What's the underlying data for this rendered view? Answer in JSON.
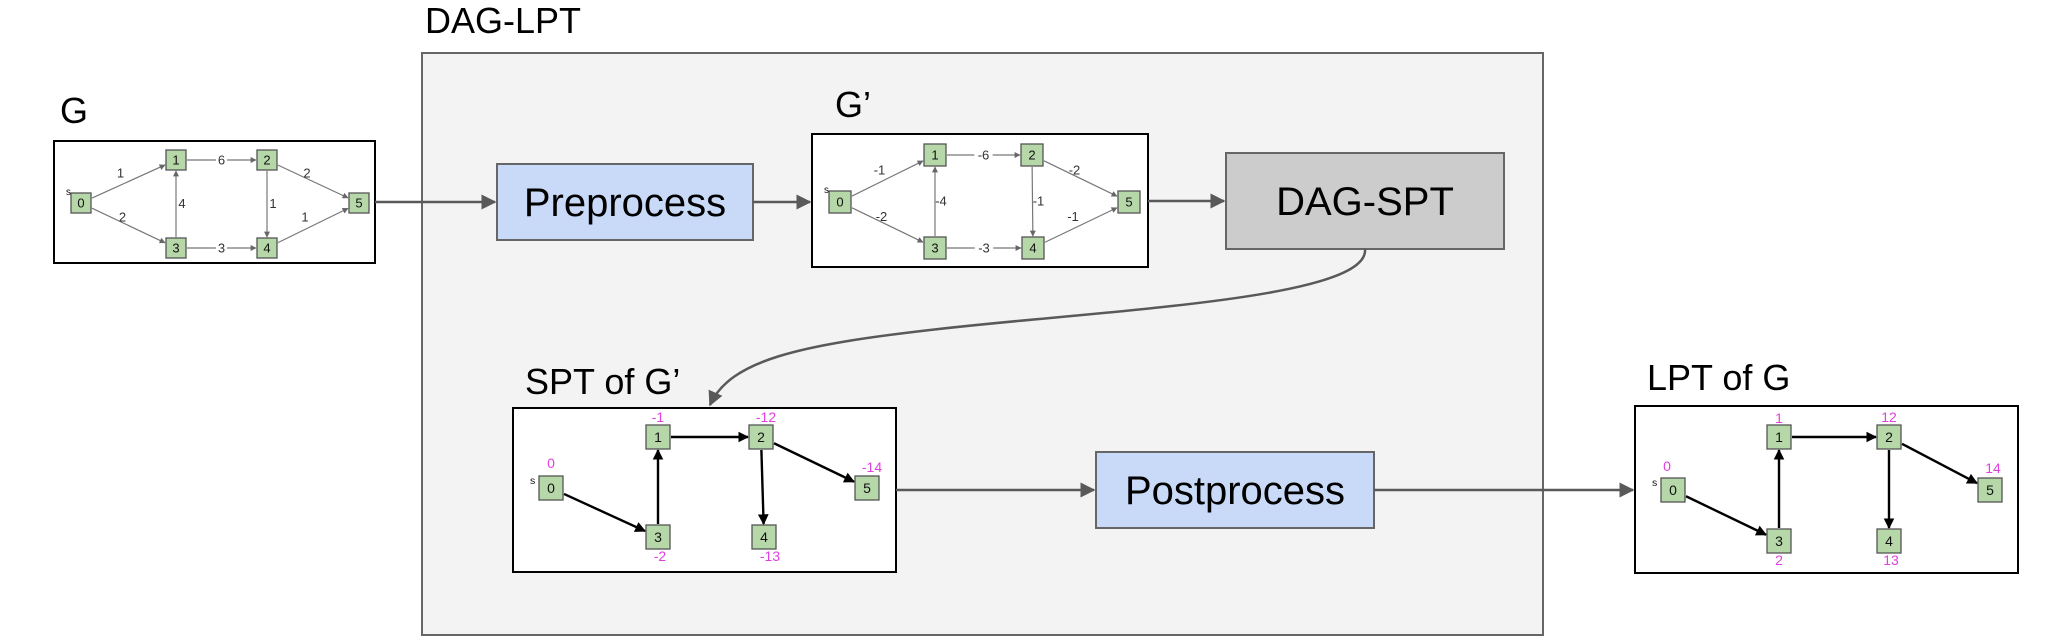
{
  "container": {
    "title": "DAG-LPT"
  },
  "process_boxes": {
    "preprocess": "Preprocess",
    "dag_spt": "DAG-SPT",
    "postprocess": "Postprocess"
  },
  "panels": {
    "g": {
      "title": "G",
      "source_marker": "s",
      "nodes": [
        "0",
        "1",
        "2",
        "3",
        "4",
        "5"
      ],
      "edges": [
        {
          "from": "0",
          "to": "1",
          "weight": "1"
        },
        {
          "from": "0",
          "to": "3",
          "weight": "2"
        },
        {
          "from": "1",
          "to": "2",
          "weight": "6"
        },
        {
          "from": "3",
          "to": "1",
          "weight": "4"
        },
        {
          "from": "3",
          "to": "4",
          "weight": "3"
        },
        {
          "from": "2",
          "to": "4",
          "weight": "1"
        },
        {
          "from": "2",
          "to": "5",
          "weight": "2"
        },
        {
          "from": "4",
          "to": "5",
          "weight": "1"
        }
      ]
    },
    "g_prime": {
      "title": "G’",
      "source_marker": "s",
      "nodes": [
        "0",
        "1",
        "2",
        "3",
        "4",
        "5"
      ],
      "edges": [
        {
          "from": "0",
          "to": "1",
          "weight": "-1"
        },
        {
          "from": "0",
          "to": "3",
          "weight": "-2"
        },
        {
          "from": "1",
          "to": "2",
          "weight": "-6"
        },
        {
          "from": "3",
          "to": "1",
          "weight": "-4"
        },
        {
          "from": "3",
          "to": "4",
          "weight": "-3"
        },
        {
          "from": "2",
          "to": "4",
          "weight": "-1"
        },
        {
          "from": "2",
          "to": "5",
          "weight": "-2"
        },
        {
          "from": "4",
          "to": "5",
          "weight": "-1"
        }
      ]
    },
    "spt": {
      "title": "SPT of G’",
      "source_marker": "s",
      "nodes": [
        {
          "id": "0",
          "dist": "0"
        },
        {
          "id": "1",
          "dist": "-1"
        },
        {
          "id": "2",
          "dist": "-12"
        },
        {
          "id": "3",
          "dist": "-2"
        },
        {
          "id": "4",
          "dist": "-13"
        },
        {
          "id": "5",
          "dist": "-14"
        }
      ],
      "tree_edges": [
        {
          "from": "0",
          "to": "3"
        },
        {
          "from": "3",
          "to": "1"
        },
        {
          "from": "1",
          "to": "2"
        },
        {
          "from": "2",
          "to": "4"
        },
        {
          "from": "2",
          "to": "5"
        }
      ]
    },
    "lpt": {
      "title": "LPT of G",
      "source_marker": "s",
      "nodes": [
        {
          "id": "0",
          "dist": "0"
        },
        {
          "id": "1",
          "dist": "1"
        },
        {
          "id": "2",
          "dist": "12"
        },
        {
          "id": "3",
          "dist": "2"
        },
        {
          "id": "4",
          "dist": "13"
        },
        {
          "id": "5",
          "dist": "14"
        }
      ],
      "tree_edges": [
        {
          "from": "0",
          "to": "3"
        },
        {
          "from": "3",
          "to": "1"
        },
        {
          "from": "1",
          "to": "2"
        },
        {
          "from": "2",
          "to": "4"
        },
        {
          "from": "2",
          "to": "5"
        }
      ]
    }
  },
  "colors": {
    "container_fill": "#f3f3f3",
    "container_stroke": "#666666",
    "process_fill": "#c9daf8",
    "dag_spt_fill": "#cccccc",
    "node_fill": "#b6d7a8",
    "node_stroke": "#555555",
    "distance_label": "#e040e0",
    "arrow": "#595959"
  }
}
